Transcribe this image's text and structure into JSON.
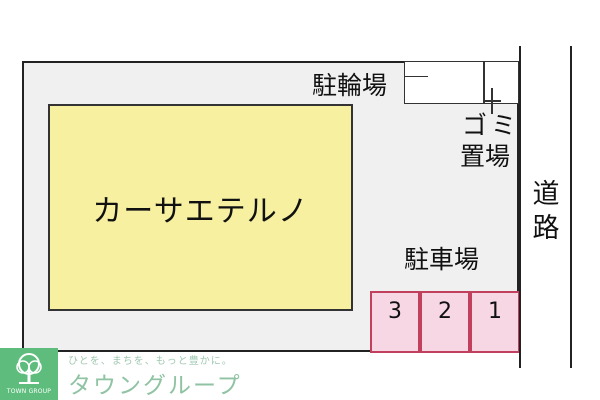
{
  "site": {
    "building": {
      "name": "カーサエテルノ"
    },
    "bicycle_parking": {
      "label": "駐輪場"
    },
    "garbage_area": {
      "label_line1": "ゴミ",
      "label_line2": "置場"
    },
    "parking": {
      "label": "駐車場",
      "spaces": [
        {
          "number": "3"
        },
        {
          "number": "2"
        },
        {
          "number": "1"
        }
      ]
    },
    "road": {
      "label_line1": "道",
      "label_line2": "路"
    }
  },
  "branding": {
    "tagline": "ひとを、まちを、もっと豊かに。",
    "brand_name": "タウングループ",
    "logo_text": "TOWN GROUP"
  },
  "colors": {
    "site_fill": "#f0f0f0",
    "building_fill": "#f6f0a0",
    "parking_fill": "#f8d7e4",
    "parking_border": "#c0405e",
    "brand_green": "#5ebd7c"
  }
}
